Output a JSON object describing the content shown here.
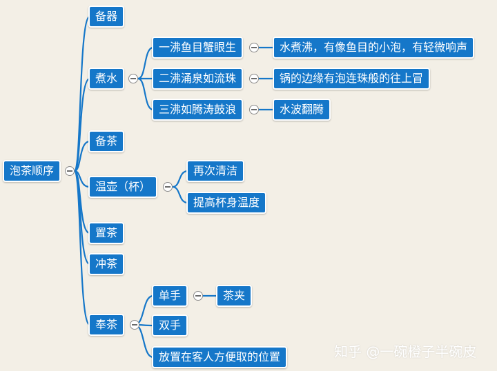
{
  "mindmap": {
    "root": "泡茶顺序",
    "branches": [
      {
        "label": "备器"
      },
      {
        "label": "煮水",
        "children": [
          {
            "label": "一沸鱼目蟹眼生",
            "detail": "水煮沸，有像鱼目的小泡，有轻微响声"
          },
          {
            "label": "二沸涌泉如流珠",
            "detail": "锅的边缘有泡连珠般的往上冒"
          },
          {
            "label": "三沸如腾涛鼓浪",
            "detail": "水波翻腾"
          }
        ]
      },
      {
        "label": "备茶"
      },
      {
        "label": "温壶（杯）",
        "children": [
          {
            "label": "再次清洁"
          },
          {
            "label": "提高杯身温度"
          }
        ]
      },
      {
        "label": "置茶"
      },
      {
        "label": "冲茶"
      },
      {
        "label": "奉茶",
        "children": [
          {
            "label": "单手",
            "detail": "茶夹"
          },
          {
            "label": "双手"
          },
          {
            "label": "放置在客人方便取的位置"
          }
        ]
      }
    ]
  },
  "watermark": "知乎 @一碗橙子半碗皮",
  "colors": {
    "node": "#1577c9",
    "line": "#1577c9",
    "background": "#f3efe6"
  }
}
